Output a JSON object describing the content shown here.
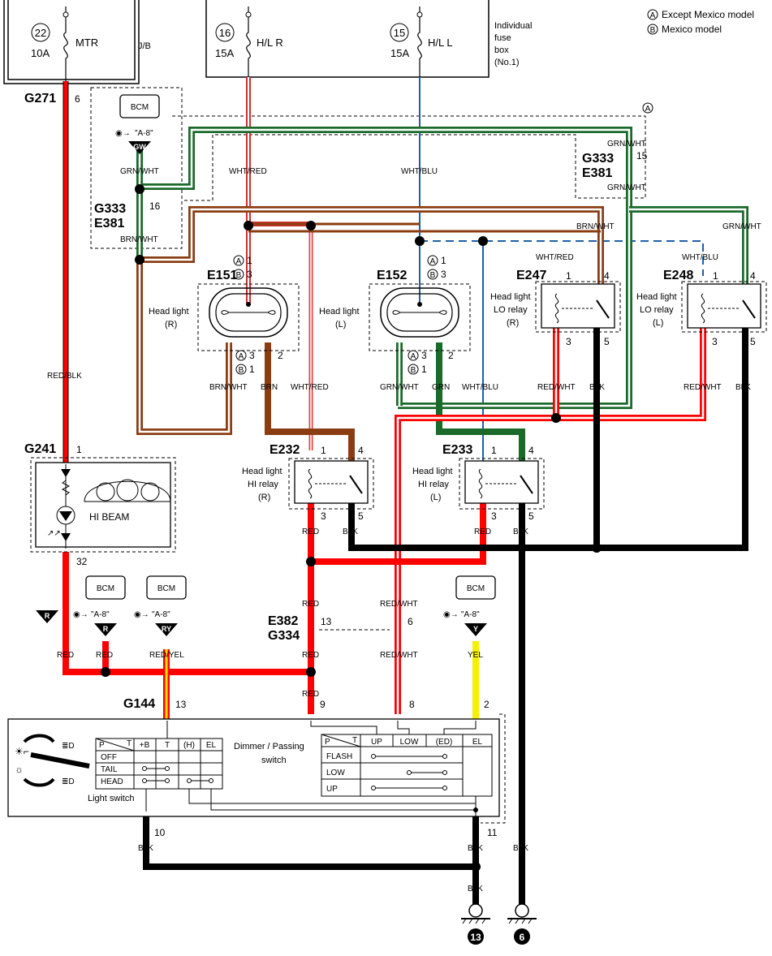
{
  "legend": {
    "a": "Except Mexico model",
    "b": "Mexico model",
    "a_mark": "A",
    "b_mark": "B"
  },
  "fuse_box": {
    "label_1": "Individual",
    "label_2": "fuse",
    "label_3": "box",
    "label_4": "(No.1)"
  },
  "fuses": [
    {
      "num": "22",
      "amp": "10A",
      "name": "MTR",
      "extra": "J/B"
    },
    {
      "num": "16",
      "amp": "15A",
      "name": "H/L R"
    },
    {
      "num": "15",
      "amp": "15A",
      "name": "H/L L"
    }
  ],
  "connectors": {
    "g271": "G271",
    "g271_pin": "6",
    "g333_left": "G333",
    "e381_left": "E381",
    "g333_left_pin": "16",
    "g333_right": "G333",
    "e381_right": "E381",
    "g333_right_pin": "15",
    "e151": "E151",
    "e152": "E152",
    "e247": "E247",
    "e248": "E248",
    "e232": "E232",
    "e233": "E233",
    "g241": "G241",
    "g241_pin": "1",
    "g241_pin2": "32",
    "e382": "E382",
    "g334": "G334",
    "e382_pin_a": "13",
    "e382_pin_b": "6",
    "g144": "G144",
    "g144_pin_13": "13",
    "g144_pin_9": "9",
    "g144_pin_8": "8",
    "g144_pin_2": "2",
    "pin_10": "10",
    "pin_11": "11"
  },
  "wires": {
    "red_blk": "RED/BLK",
    "grn_wht": "GRN/WHT",
    "brn_wht": "BRN/WHT",
    "wht_red": "WHT/RED",
    "wht_blu": "WHT/BLU",
    "brn": "BRN",
    "grn": "GRN",
    "red_wht": "RED/WHT",
    "blk": "BLK",
    "red": "RED",
    "red_yel": "RED/YEL",
    "yel": "YEL"
  },
  "bcm": {
    "label": "BCM",
    "ref": "\"A-8\"",
    "gw": "GW",
    "r": "R",
    "ry": "RY",
    "y": "Y"
  },
  "components": {
    "head_light": "Head light",
    "r": "(R)",
    "l": "(L)",
    "lo_relay": "LO relay",
    "hi_relay": "HI relay",
    "hi_beam": "HI BEAM",
    "dimmer_1": "Dimmer / Passing",
    "dimmer_2": "switch",
    "light_switch": "Light switch"
  },
  "pins": {
    "one": "1",
    "two": "2",
    "three": "3",
    "four": "4",
    "five": "5",
    "a1": "1",
    "b3": "3",
    "a3": "3",
    "b1": "1"
  },
  "light_table": {
    "corner_p": "P",
    "corner_t": "T",
    "cols": [
      "+B",
      "T",
      "(H)",
      "EL"
    ],
    "rows": [
      "OFF",
      "TAIL",
      "HEAD"
    ]
  },
  "dimmer_table": {
    "corner_p": "P",
    "corner_t": "T",
    "cols": [
      "UP",
      "LOW",
      "(ED)",
      "EL"
    ],
    "rows": [
      "FLASH",
      "LOW",
      "UP"
    ]
  },
  "grounds": {
    "g13": "13",
    "g6": "6"
  }
}
